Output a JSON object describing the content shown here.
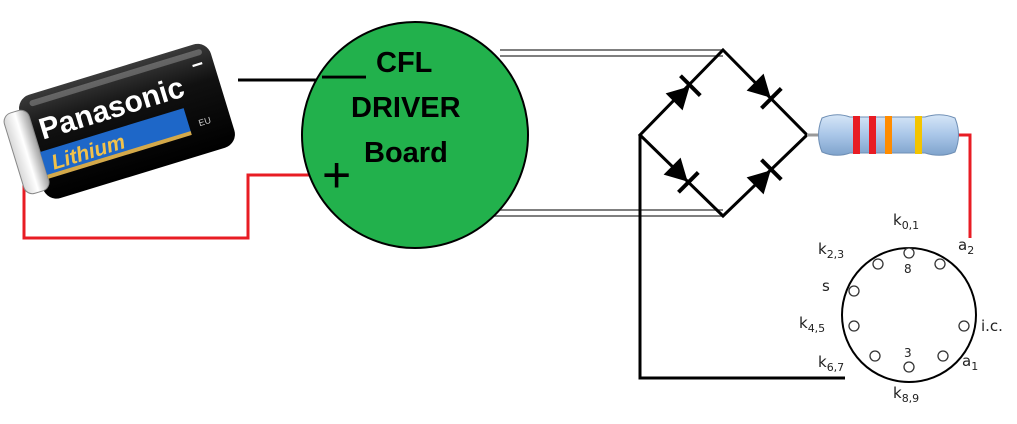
{
  "battery": {
    "brand": "Panasonic",
    "type": "Lithium",
    "plus_mark": "+",
    "minus_mark": "−",
    "small_mark": "EU"
  },
  "driver": {
    "line1": "CFL",
    "line2": "DRIVER",
    "line3": "Board",
    "minus_symbol": "—",
    "plus_symbol": "+",
    "fill": "#22b14c"
  },
  "wires": {
    "red": "#e81c24",
    "black": "#000000"
  },
  "resistor": {
    "body": "#a9c6e8",
    "bands": [
      "#e81c24",
      "#e81c24",
      "#ff8c00",
      "#f3c400"
    ]
  },
  "tube_base": {
    "pins": [
      {
        "main": "k",
        "sub": "0,1"
      },
      {
        "main": "a",
        "sub": "2"
      },
      {
        "main": "k",
        "sub": "2,3"
      },
      {
        "main": "s",
        "sub": ""
      },
      {
        "main": "k",
        "sub": "4,5"
      },
      {
        "main": "i.c.",
        "sub": ""
      },
      {
        "main": "k",
        "sub": "6,7"
      },
      {
        "main": "a",
        "sub": "1"
      },
      {
        "main": "k",
        "sub": "8,9"
      }
    ],
    "numbers": [
      "8",
      "3"
    ]
  }
}
